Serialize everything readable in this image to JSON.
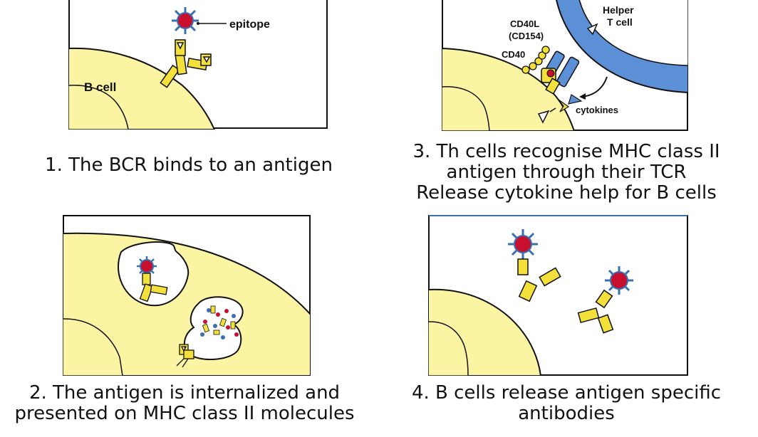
{
  "panel1": {
    "label_epitope": "epitope",
    "label_bcell": "B cell",
    "caption": "1. The BCR binds to an antigen"
  },
  "panel2": {
    "caption_line1": "2. The antigen is internalized and",
    "caption_line2": "presented on MHC class II molecules"
  },
  "panel3": {
    "label_helper_line1": "Helper",
    "label_helper_line2": "T cell",
    "label_cd40l_line1": "CD40L",
    "label_cd40l_line2": "(CD154)",
    "label_cd40": "CD40",
    "label_cytokines": "cytokines",
    "caption_line1": "3. Th cells recognise MHC class II",
    "caption_line2": "antigen through their TCR",
    "caption_line3": "Release cytokine help for B cells"
  },
  "panel4": {
    "caption_line1": "4. B cells release antigen specific",
    "caption_line2": "antibodies"
  },
  "colors": {
    "cell_fill": "#fbf5a3",
    "antibody": "#f3e03a",
    "antigen": "#c8102e",
    "spike": "#3a6fb0",
    "helper_t": "#5b8fd6"
  }
}
